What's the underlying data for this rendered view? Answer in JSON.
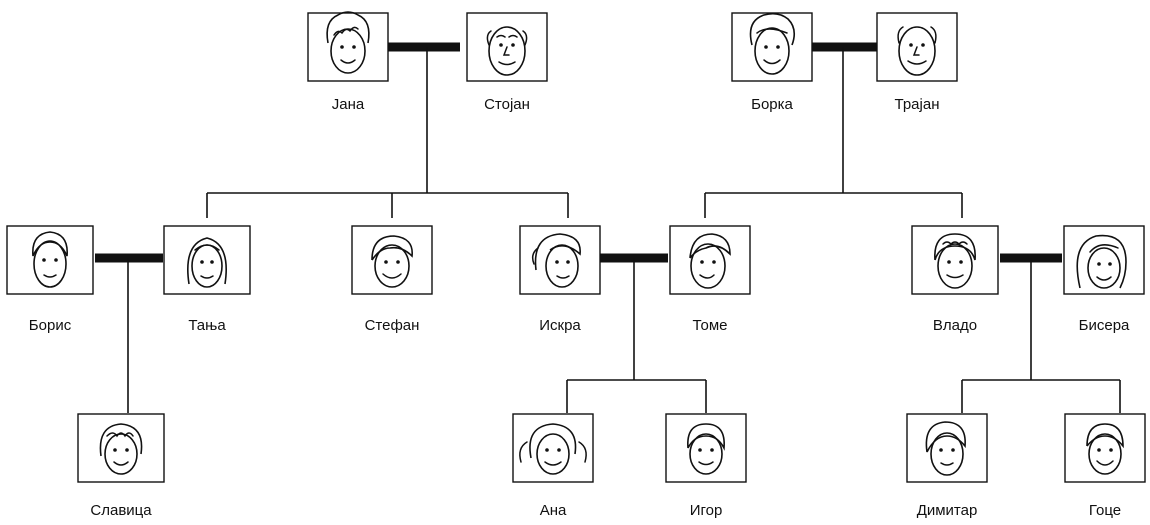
{
  "people": {
    "jana": {
      "name": "Јана",
      "icon": "grandmother-portrait-icon"
    },
    "stojan": {
      "name": "Стојан",
      "icon": "grandfather-portrait-icon"
    },
    "borka": {
      "name": "Борка",
      "icon": "grandmother-portrait-icon"
    },
    "trajan": {
      "name": "Трајан",
      "icon": "grandfather-portrait-icon"
    },
    "boris": {
      "name": "Борис",
      "icon": "man-portrait-icon"
    },
    "tanja": {
      "name": "Тања",
      "icon": "woman-portrait-icon"
    },
    "stefan": {
      "name": "Стефан",
      "icon": "man-portrait-icon"
    },
    "iskra": {
      "name": "Искра",
      "icon": "woman-portrait-icon"
    },
    "tome": {
      "name": "Томе",
      "icon": "man-portrait-icon"
    },
    "vlado": {
      "name": "Владо",
      "icon": "man-portrait-icon"
    },
    "bisera": {
      "name": "Бисера",
      "icon": "woman-portrait-icon"
    },
    "slavica": {
      "name": "Славица",
      "icon": "girl-portrait-icon"
    },
    "ana": {
      "name": "Ана",
      "icon": "girl-portrait-icon"
    },
    "igor": {
      "name": "Игор",
      "icon": "boy-portrait-icon"
    },
    "dimitar": {
      "name": "Димитар",
      "icon": "boy-portrait-icon"
    },
    "goce": {
      "name": "Гоце",
      "icon": "boy-portrait-icon"
    }
  }
}
